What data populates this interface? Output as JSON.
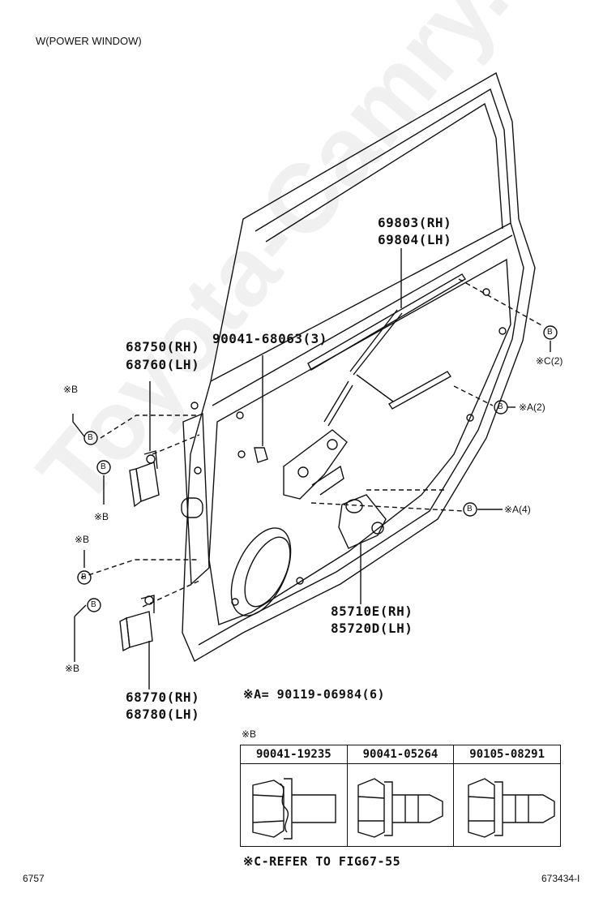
{
  "header": {
    "title": "W(POWER WINDOW)"
  },
  "parts": {
    "regulator_rh": "69803(RH)",
    "regulator_lh": "69804(LH)",
    "bolt_label": "90041-68063(3)",
    "hinge_upper_rh": "68750(RH)",
    "hinge_upper_lh": "68760(LH)",
    "hinge_lower_rh": "68770(RH)",
    "hinge_lower_lh": "68780(LH)",
    "motor_rh": "85710E(RH)",
    "motor_lh": "85720D(LH)"
  },
  "refs": {
    "mark_b": "※B",
    "circle_b": "B",
    "c2": "※C(2)",
    "a2": "※A(2)",
    "a4": "※A(4)"
  },
  "notes": {
    "a_def": "※A= 90119-06984(6)",
    "b_head": "※B",
    "c_def": "※C-REFER TO FIG67-55"
  },
  "bolt_table": {
    "headers": [
      "90041-19235",
      "90041-05264",
      "90105-08291"
    ]
  },
  "footer": {
    "left": "6757",
    "right": "673434-I"
  },
  "watermark": "Toyota-Camry.ru"
}
